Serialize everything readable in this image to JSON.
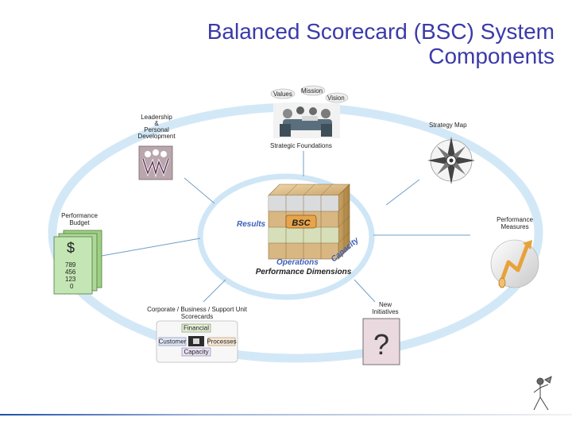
{
  "title": {
    "line1": "Balanced Scorecard (BSC) System",
    "line2": "Components"
  },
  "components": {
    "strategic_foundations": {
      "label": "Strategic Foundations",
      "values": "Values",
      "mission": "Mission",
      "vision": "Vision"
    },
    "leadership": {
      "line1": "Leadership",
      "line2": "&",
      "line3": "Personal",
      "line4": "Development"
    },
    "strategy_map": {
      "label": "Strategy Map"
    },
    "performance_budget": {
      "line1": "Performance",
      "line2": "Budget",
      "dollar": "$",
      "numbers": [
        "789",
        "456",
        "123",
        "0"
      ]
    },
    "performance_measures": {
      "line1": "Performance",
      "line2": "Measures"
    },
    "scorecards": {
      "line1": "Corporate / Business / Support Unit",
      "line2": "Scorecards",
      "financial": "Financial",
      "customer": "Customer",
      "processes": "Processes",
      "capacity": "Capacity"
    },
    "new_initiatives": {
      "line1": "New",
      "line2": "Initiatives",
      "symbol": "?"
    }
  },
  "center": {
    "results": "Results",
    "bsc": "BSC",
    "operations": "Operations",
    "capacity": "Capacity",
    "caption": "Performance Dimensions"
  },
  "colors": {
    "title": "#3b3aa8",
    "ring": "#cfe6f6",
    "accent_blue": "#3b5fb8",
    "cube": "#d9b783"
  }
}
